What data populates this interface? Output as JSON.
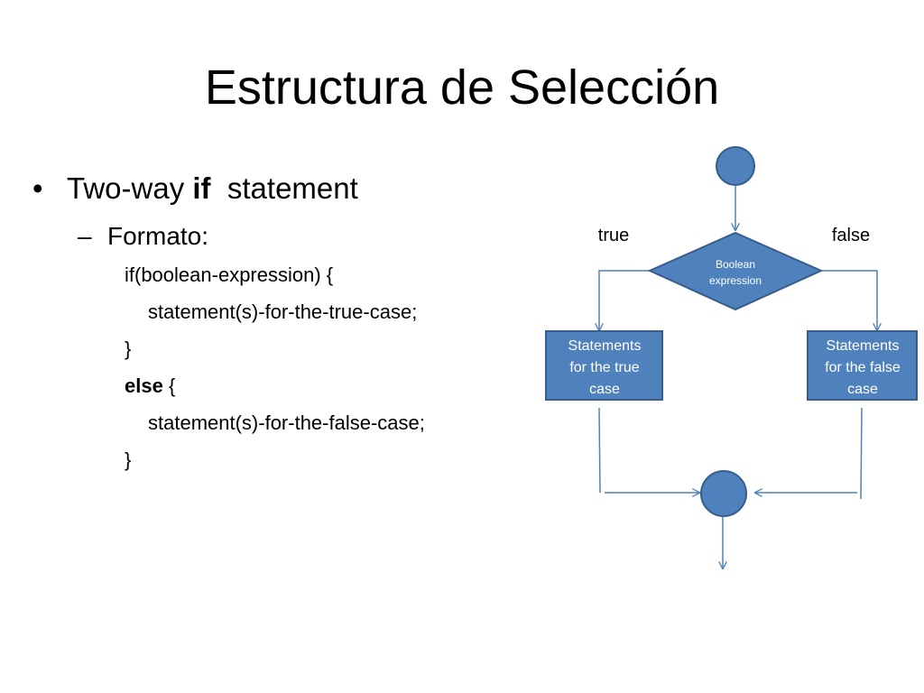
{
  "slide": {
    "title": "Estructura de Selección"
  },
  "bullets": {
    "level1": {
      "bullet": "•",
      "prefix": "Two-way ",
      "keyword": "if",
      "suffix": "  statement"
    },
    "level2": {
      "dash": "–",
      "text": "Formato:"
    }
  },
  "code": {
    "line1": "if(boolean-expression) {",
    "line2": "statement(s)-for-the-true-case;",
    "line3": "}",
    "line4_keyword": "else",
    "line4_rest": " {",
    "line5": "statement(s)-for-the-false-case;",
    "line6": "}"
  },
  "flowchart": {
    "label_true": "true",
    "label_false": "false",
    "decision_line1": "Boolean",
    "decision_line2": "expression",
    "true_box_line1": "Statements",
    "true_box_line2": "for the true",
    "true_box_line3": "case",
    "false_box_line1": "Statements",
    "false_box_line2": "for the false",
    "false_box_line3": "case",
    "colors": {
      "fill": "#4f81bd",
      "stroke": "#385d8a",
      "edge": "#4f81bd"
    }
  }
}
